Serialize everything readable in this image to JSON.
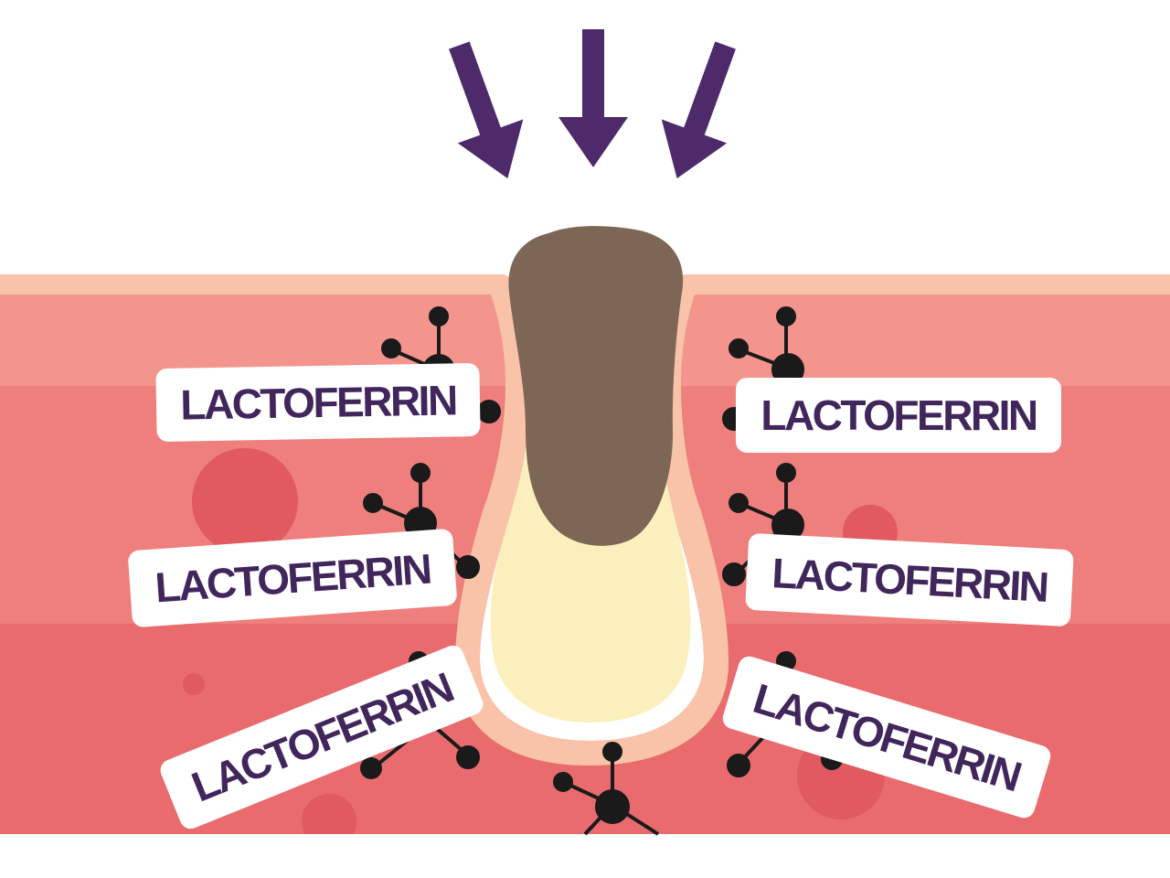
{
  "diagram": {
    "labels": [
      {
        "id": "left-top",
        "text": "LACTOFERRIN"
      },
      {
        "id": "left-middle",
        "text": "LACTOFERRIN"
      },
      {
        "id": "left-bottom",
        "text": "LACTOFERRIN"
      },
      {
        "id": "right-top",
        "text": "LACTOFERRIN"
      },
      {
        "id": "right-middle",
        "text": "LACTOFERRIN"
      },
      {
        "id": "right-bottom",
        "text": "LACTOFERRIN"
      }
    ],
    "colors": {
      "arrow": "#4e2a6b",
      "label_text": "#41265c",
      "label_bg": "#ffffff",
      "skin_surface": "#f8c3a8",
      "skin_upper": "#f3948d",
      "skin_middle": "#ef7f7c",
      "skin_lower": "#e96b6e",
      "pore_lining": "#f8c3a8",
      "blackhead_plug": "#7e6656",
      "sebum": "#fbf0bd",
      "spot": "#e05a5f",
      "molecule": "#1a1a1a"
    }
  }
}
